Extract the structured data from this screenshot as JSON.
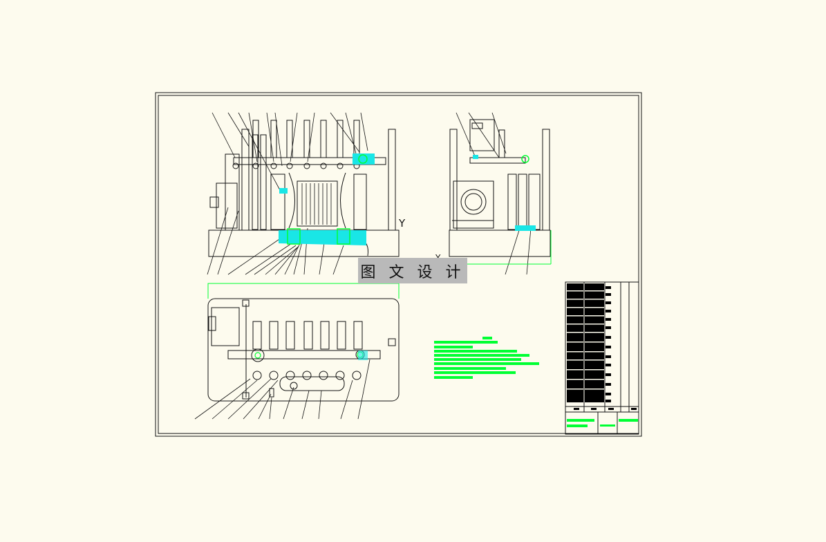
{
  "watermark": {
    "text": "图 文 设 计"
  },
  "view_labels": {
    "y_mark": "Y",
    "y_mark_small": "Y"
  },
  "colors": {
    "background": "#fdfbee",
    "line": "#111111",
    "highlight_green": "#00ff33",
    "highlight_cyan": "#19e6e6",
    "watermark_bg": "#b9b9b9"
  }
}
